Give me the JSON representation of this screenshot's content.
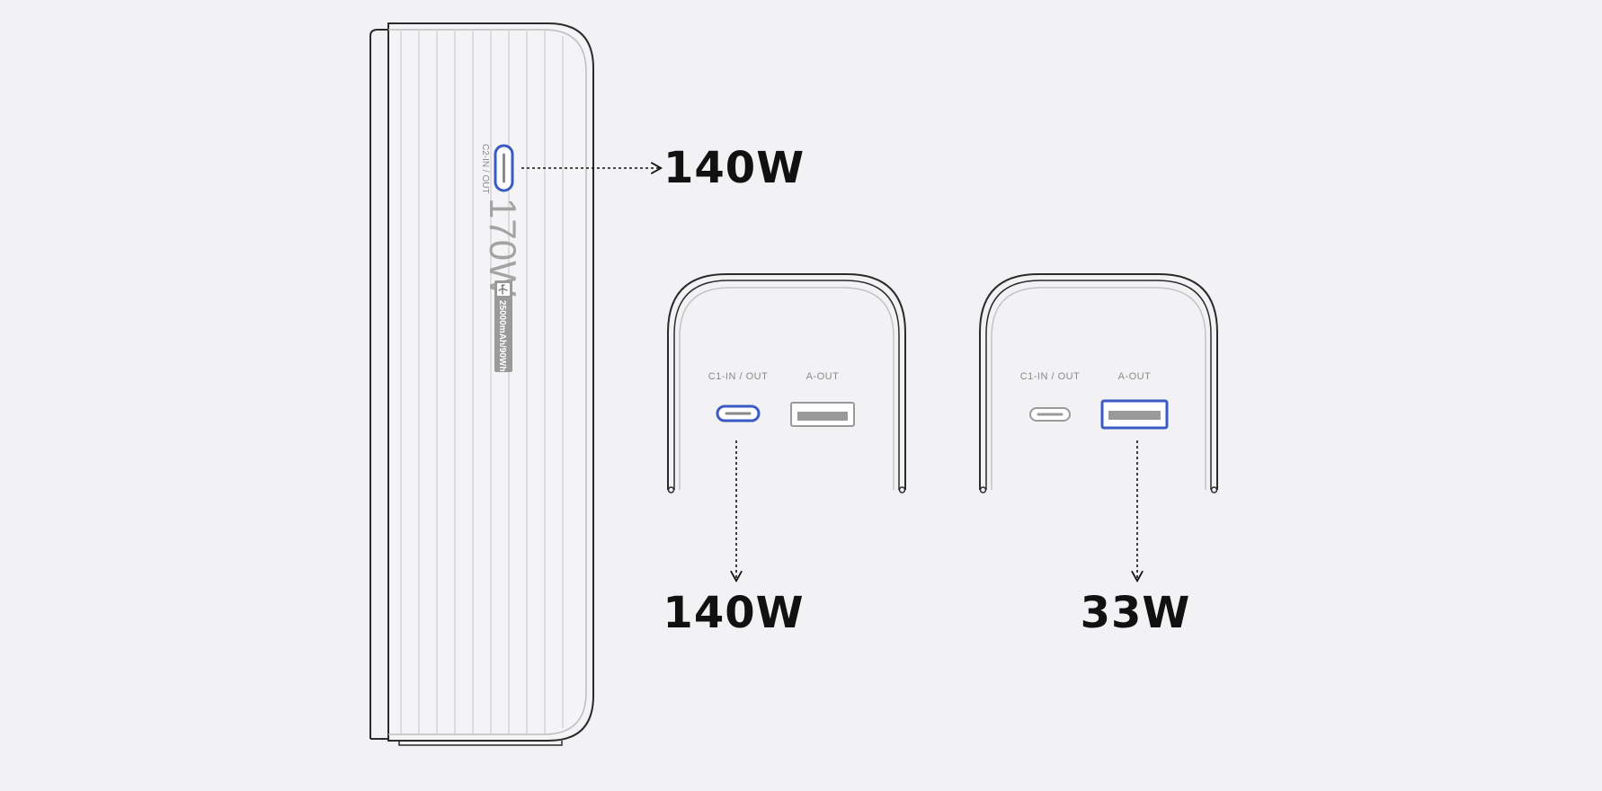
{
  "colors": {
    "background": "#f2f2f4",
    "outline": "#2b2b2b",
    "inner_outline": "#bdbdbd",
    "highlight": "#3b5bc4",
    "port_gray": "#9a9a9a",
    "text_dark": "#111111",
    "text_gray": "#8a8a8a"
  },
  "power_bank_side": {
    "port_label": "C2-IN / OUT",
    "wattage_print": "170W",
    "capacity_badge": "25000mAh/90Wh",
    "badge_icon": "airplane-icon",
    "port_output": "140W"
  },
  "end_view_c1": {
    "c_port_label": "C1-IN / OUT",
    "a_port_label": "A-OUT",
    "highlighted_port": "c",
    "output": "140W"
  },
  "end_view_a": {
    "c_port_label": "C1-IN / OUT",
    "a_port_label": "A-OUT",
    "highlighted_port": "a",
    "output": "33W"
  }
}
